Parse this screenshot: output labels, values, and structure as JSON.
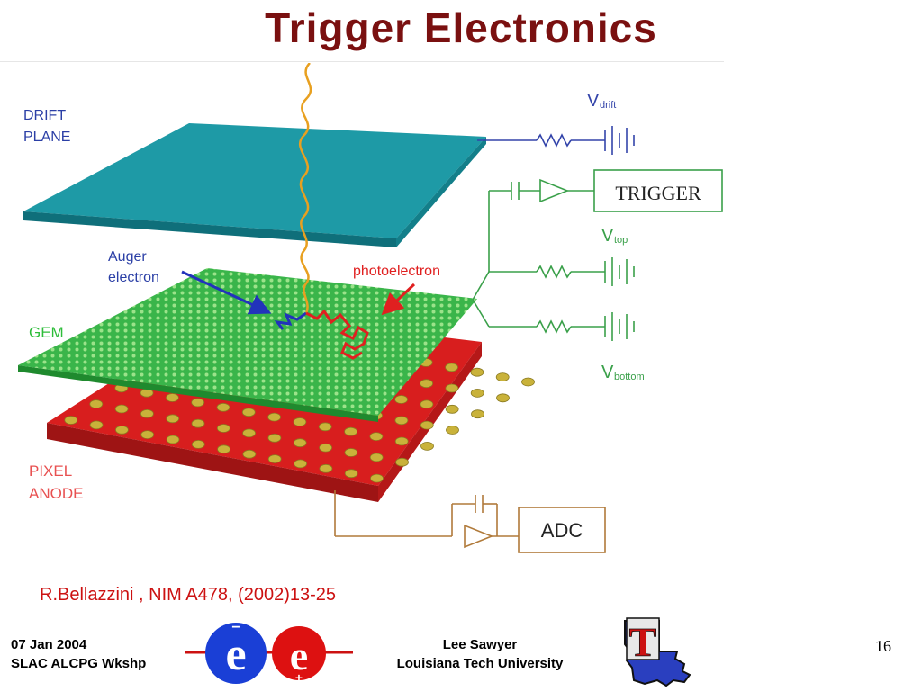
{
  "slide": {
    "title": "Trigger Electronics",
    "citation": "R.Bellazzini , NIM A478, (2002)13-25",
    "page_number": "16"
  },
  "diagram": {
    "labels": {
      "drift_plane_1": "DRIFT",
      "drift_plane_2": "PLANE",
      "auger_1": "Auger",
      "auger_2": "electron",
      "photoelectron": "photoelectron",
      "gem": "GEM",
      "pixel_1": "PIXEL",
      "pixel_2": "ANODE",
      "v_drift_main": "V",
      "v_drift_sub": "drift",
      "v_top_main": "V",
      "v_top_sub": "top",
      "v_bottom_main": "V",
      "v_bottom_sub": "bottom",
      "trigger": "TRIGGER",
      "adc": "ADC"
    },
    "colors": {
      "drift_plane": "#1e9aa6",
      "gem": "#3ab54a",
      "pixel_anode": "#d81e1e",
      "pixel_pad": "#c9b23a",
      "label_blue": "#2b3fa6",
      "label_red": "#e02020",
      "label_green": "#2ebd3a",
      "wire_blue": "#3344aa",
      "wire_green": "#3aa04a",
      "wire_brown": "#b07a3a",
      "photon": "#e8a020"
    }
  },
  "footer": {
    "left_line1": "07 Jan 2004",
    "left_line2": "SLAC ALCPG Wkshp",
    "center_line1": "Lee Sawyer",
    "center_line2": "Louisiana Tech University",
    "ee_logo": {
      "left_letter": "e",
      "left_sign": "−",
      "right_letter": "e",
      "right_sign": "+"
    },
    "latech_logo": {
      "letter": "T"
    }
  }
}
